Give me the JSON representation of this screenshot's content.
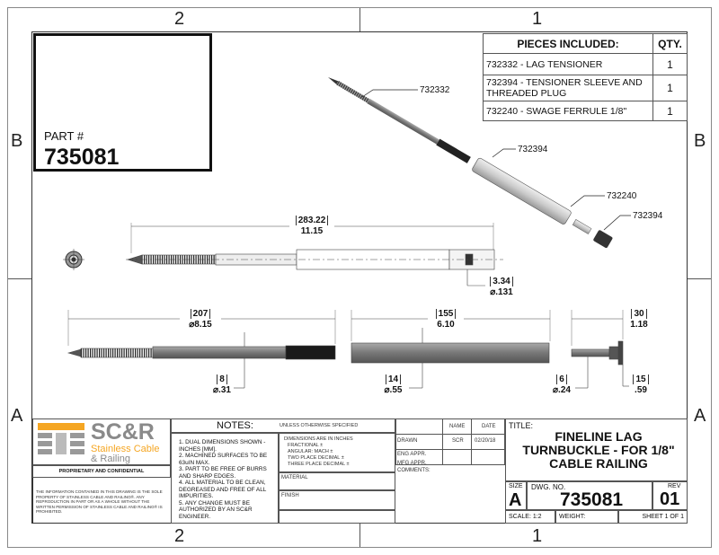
{
  "zones": {
    "top": [
      "2",
      "1"
    ],
    "bottom": [
      "2",
      "1"
    ],
    "left": [
      "B",
      "A"
    ],
    "right": [
      "B",
      "A"
    ]
  },
  "inset": {
    "label": "PART #",
    "part_number": "735081"
  },
  "pieces_table": {
    "headers": [
      "PIECES INCLUDED:",
      "QTY."
    ],
    "rows": [
      {
        "item": "732332 - LAG TENSIONER",
        "qty": "1"
      },
      {
        "item": "732394 - TENSIONER SLEEVE AND THREADED PLUG",
        "qty": "1"
      },
      {
        "item": "732240 - SWAGE FERRULE 1/8\"",
        "qty": "1"
      }
    ]
  },
  "callouts": [
    "732332",
    "732394",
    "732240",
    "732394"
  ],
  "dimensions": {
    "overall": {
      "mm": "283.22",
      "in": "11.15"
    },
    "bore": {
      "mm": "3.34",
      "in": "⌀.131"
    },
    "lag_length": {
      "mm": "207",
      "in": "⌀8.15"
    },
    "lag_dia": {
      "mm": "8",
      "in": "⌀.31"
    },
    "sleeve_length": {
      "mm": "155",
      "in": "6.10"
    },
    "sleeve_dia": {
      "mm": "14",
      "in": "⌀.55"
    },
    "ferrule_dia": {
      "mm": "6",
      "in": "⌀.24"
    },
    "plug_length": {
      "mm": "30",
      "in": "1.18"
    },
    "plug_dia": {
      "mm": "15",
      "in": ".59"
    }
  },
  "logo": {
    "big": "SC&R",
    "line1": "Stainless Cable",
    "line2": "& Railing",
    "orange": "#f5a623",
    "gray": "#8a8a8a"
  },
  "title_block": {
    "proprietary": "PROPRIETARY AND CONFIDENTIAL",
    "disclaimer": "THE INFORMATION CONTAINED IN THIS DRAWING IS THE SOLE PROPERTY OF STAINLESS CABLE AND RAILING®. ANY REPRODUCTION IN PART OR AS A WHOLE WITHOUT THE WRITTEN PERMISSION OF STAINLESS CABLE AND RAILING® IS PROHIBITED.",
    "notes_title": "NOTES:",
    "notes_sub": "UNLESS OTHERWISE SPECIFIED",
    "notes": [
      "1. DUAL DIMENSIONS SHOWN - INCHES [MM].",
      "2. MACHINED SURFACES TO BE 63uIN MAX.",
      "3. PART TO BE FREE OF BURRS AND SHARP EDGES.",
      "4. ALL MATERIAL TO BE CLEAN, DEGREASED AND FREE OF ALL IMPURITIES.",
      "5. ANY CHANGE MUST BE AUTHORIZED BY AN SC&R ENGINEER."
    ],
    "tolerances": [
      "DIMENSIONS ARE IN INCHES",
      "FRACTIONAL ±",
      "ANGULAR: MACH ±",
      "TWO PLACE DECIMAL ±",
      "THREE PLACE DECIMAL ±"
    ],
    "material": "MATERIAL",
    "finish": "FINISH",
    "name_hdr": "NAME",
    "date_hdr": "DATE",
    "drawn": "DRAWN",
    "drawn_name": "SCR",
    "drawn_date": "02/20/18",
    "eng": "ENG APPR.",
    "mfg": "MFG APPR.",
    "comments": "COMMENTS:",
    "title_label": "TITLE:",
    "title": "FINELINE LAG TURNBUCKLE - FOR 1/8\" CABLE RAILING",
    "size_label": "SIZE",
    "size": "A",
    "dwg_label": "DWG. NO.",
    "dwg": "735081",
    "rev_label": "REV",
    "rev": "01",
    "scale": "SCALE: 1:2",
    "weight": "WEIGHT:",
    "sheet": "SHEET 1 OF 1"
  }
}
